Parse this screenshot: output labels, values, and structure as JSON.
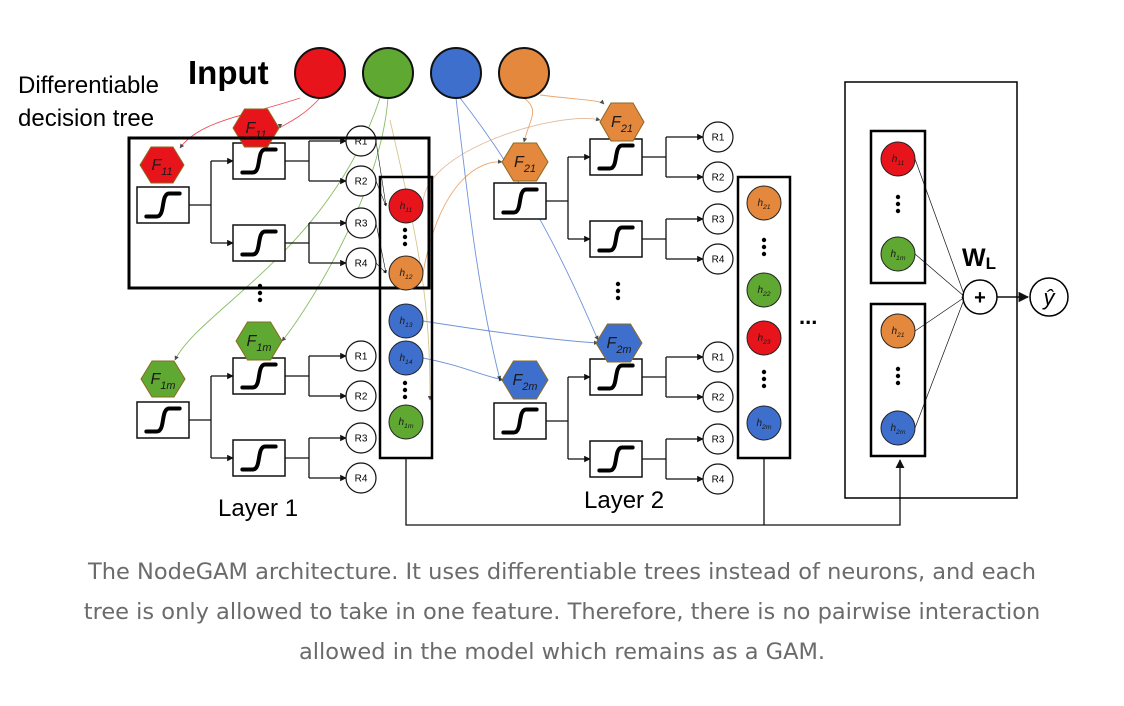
{
  "diagram": {
    "input_label": "Input",
    "tree_label_line1": "Differentiable",
    "tree_label_line2": "decision tree",
    "layer1_label": "Layer 1",
    "layer2_label": "Layer 2",
    "output_weight_label": "W",
    "output_weight_sub": "L",
    "sum_symbol": "+",
    "y_hat": "ŷ",
    "ellipsis": "...",
    "colors": {
      "red": "#e8141c",
      "green": "#5fa832",
      "blue": "#3f6fcc",
      "orange": "#e3883c"
    },
    "input_features": [
      "red",
      "green",
      "blue",
      "orange"
    ],
    "layer1": {
      "hex_labels": [
        {
          "base": "F",
          "sub": "11",
          "color": "red"
        },
        {
          "base": "F",
          "sub": "11",
          "color": "red"
        },
        {
          "base": "F",
          "sub": "1m",
          "color": "green"
        },
        {
          "base": "F",
          "sub": "1m",
          "color": "green"
        }
      ],
      "outputs": [
        {
          "base": "h",
          "sub": "11",
          "color": "red"
        },
        {
          "base": "h",
          "sub": "12",
          "color": "orange"
        },
        {
          "base": "h",
          "sub": "13",
          "color": "blue"
        },
        {
          "base": "h",
          "sub": "14",
          "color": "blue"
        },
        {
          "base": "h",
          "sub": "1m",
          "color": "green"
        }
      ]
    },
    "layer2": {
      "hex_labels": [
        {
          "base": "F",
          "sub": "21",
          "color": "orange"
        },
        {
          "base": "F",
          "sub": "21",
          "color": "orange"
        },
        {
          "base": "F",
          "sub": "2m",
          "color": "blue"
        },
        {
          "base": "F",
          "sub": "2m",
          "color": "blue"
        }
      ],
      "outputs": [
        {
          "base": "h",
          "sub": "21",
          "color": "orange"
        },
        {
          "base": "h",
          "sub": "22",
          "color": "green"
        },
        {
          "base": "h",
          "sub": "23",
          "color": "red"
        },
        {
          "base": "h",
          "sub": "2m",
          "color": "blue"
        }
      ]
    },
    "final": {
      "top": [
        {
          "base": "h",
          "sub": "11",
          "color": "red"
        },
        {
          "base": "h",
          "sub": "1m",
          "color": "green"
        }
      ],
      "bottom": [
        {
          "base": "h",
          "sub": "21",
          "color": "orange"
        },
        {
          "base": "h",
          "sub": "2m",
          "color": "blue"
        }
      ]
    },
    "leaf_labels": [
      "R1",
      "R2",
      "R3",
      "R4"
    ]
  },
  "caption": {
    "line1": "The NodeGAM architecture. It uses differentiable trees instead of neurons, and each",
    "line2": "tree is only allowed to take in one feature. Therefore, there is no pairwise interaction",
    "line3": "allowed in the model which remains as a GAM."
  }
}
